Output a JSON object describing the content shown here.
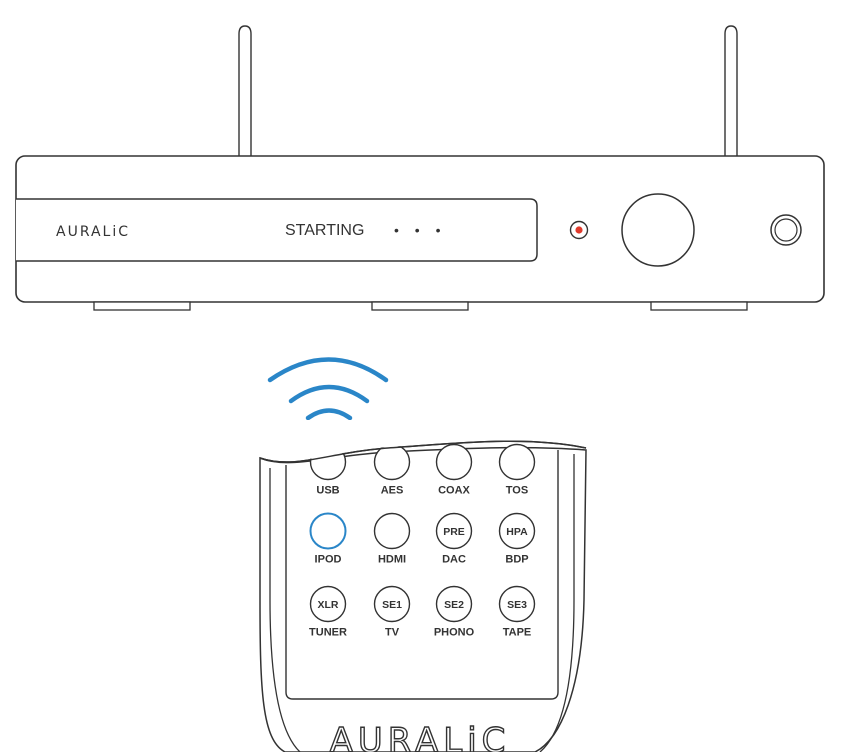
{
  "device": {
    "brand": "AURALiC",
    "display_status": "STARTING",
    "display_dots": "• • •"
  },
  "remote": {
    "brand": "AURALiC",
    "highlight_color": "#2a86c8",
    "rows": [
      [
        {
          "top": "",
          "bottom": "USB"
        },
        {
          "top": "",
          "bottom": "AES"
        },
        {
          "top": "",
          "bottom": "COAX"
        },
        {
          "top": "",
          "bottom": "TOS"
        }
      ],
      [
        {
          "top": "",
          "bottom": "IPOD",
          "active": true
        },
        {
          "top": "",
          "bottom": "HDMI"
        },
        {
          "top": "PRE",
          "bottom": "DAC"
        },
        {
          "top": "HPA",
          "bottom": "BDP"
        }
      ],
      [
        {
          "top": "XLR",
          "bottom": "TUNER"
        },
        {
          "top": "SE1",
          "bottom": "TV"
        },
        {
          "top": "SE2",
          "bottom": "PHONO"
        },
        {
          "top": "SE3",
          "bottom": "TAPE"
        }
      ]
    ]
  },
  "icons": {
    "wireless": "wifi-signal-icon",
    "power_led": "power-led-icon",
    "volume_knob": "volume-knob-icon",
    "headphone_jack": "headphone-jack-icon"
  }
}
